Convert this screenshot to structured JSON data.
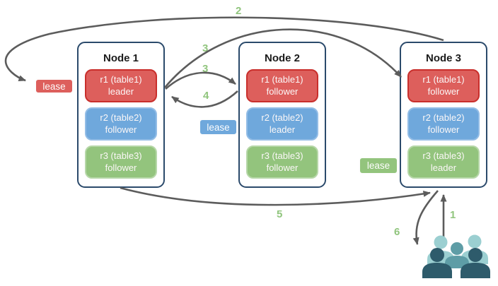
{
  "colors": {
    "red_fill": "#DD5F5C",
    "red_border": "#C92F2C",
    "blue_fill": "#6FA8DC",
    "blue_border": "#93BDE6",
    "green_fill": "#93C47D",
    "green_border": "#B6D7A8",
    "node_border": "#2B4A6B",
    "node_title_text": "#1B1B1B",
    "arrow": "#5C5C5C",
    "step_label": "#90C57D",
    "users_icon_light": "#9BCFD1",
    "users_icon_medium": "#5E9DA6",
    "users_icon_dark": "#2E5B6B"
  },
  "diagram": {
    "nodes": [
      {
        "title": "Node 1",
        "replicas": [
          {
            "range": "r1 (table1)",
            "role": "leader"
          },
          {
            "range": "r2 (table2)",
            "role": "follower"
          },
          {
            "range": "r3 (table3)",
            "role": "follower"
          }
        ]
      },
      {
        "title": "Node 2",
        "replicas": [
          {
            "range": "r1 (table1)",
            "role": "follower"
          },
          {
            "range": "r2 (table2)",
            "role": "leader"
          },
          {
            "range": "r3 (table3)",
            "role": "follower"
          }
        ]
      },
      {
        "title": "Node 3",
        "replicas": [
          {
            "range": "r1 (table1)",
            "role": "follower"
          },
          {
            "range": "r2 (table2)",
            "role": "follower"
          },
          {
            "range": "r3 (table3)",
            "role": "leader"
          }
        ]
      }
    ],
    "leases": {
      "red": {
        "label": "lease"
      },
      "blue": {
        "label": "lease"
      },
      "green": {
        "label": "lease"
      }
    },
    "steps": {
      "s1": "1",
      "s2": "2",
      "s3a": "3",
      "s3b": "3",
      "s4": "4",
      "s5": "5",
      "s6": "6"
    },
    "icons": {
      "users": "group-of-users"
    }
  }
}
